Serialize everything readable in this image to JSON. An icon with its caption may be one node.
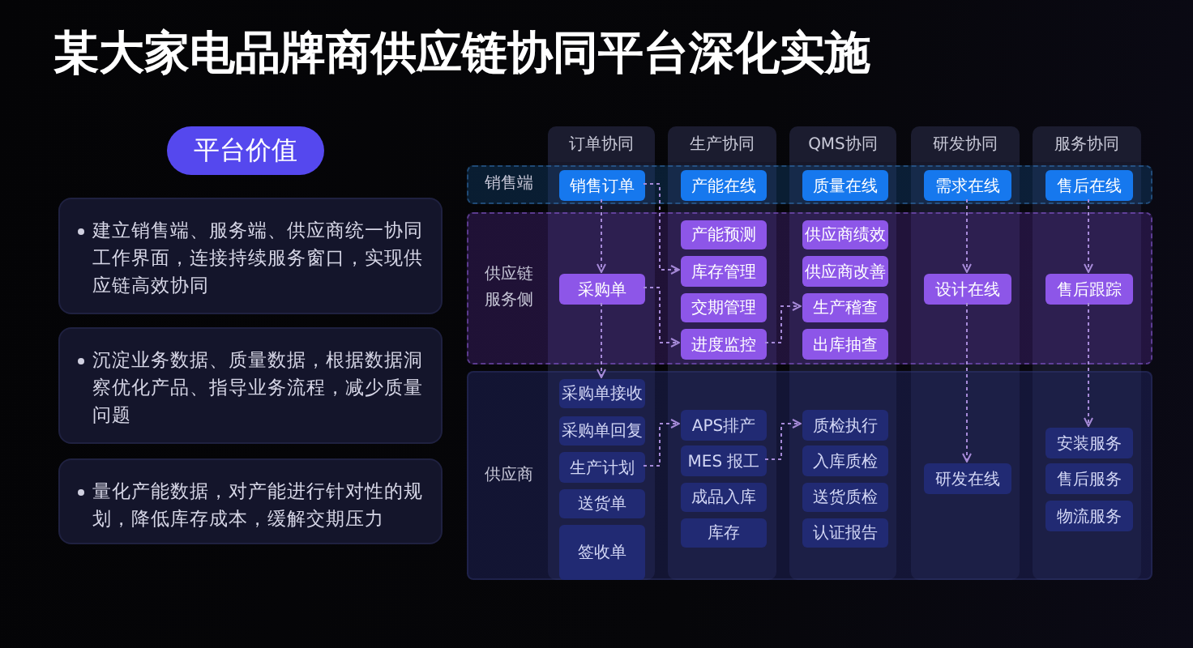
{
  "diagram": {
    "title": "某大家电品牌商供应链协同平台深化实施",
    "nodes": [
      {
        "text": [
          "平台价值"
        ]
      },
      {
        "text": [
          "建立销售端、服务端、供应商统一协同工作界面，连接持续服务窗口，实现供应链高效协同"
        ]
      },
      {
        "text": [
          "沉淀业务数据、质量数据，根据数据洞察优化产品、指导业务流程，减少质量问题"
        ]
      },
      {
        "text": [
          "量化产能数据，对产能进行针对性的规划，降低库存成本，缓解交期压力"
        ]
      },
      {
        "text": [
          "订单协同"
        ]
      },
      {
        "text": [
          "生产协同"
        ]
      },
      {
        "text": [
          "QMS协同"
        ]
      },
      {
        "text": [
          "研发协同"
        ]
      },
      {
        "text": [
          "服务协同"
        ]
      },
      {
        "text": [
          "销售端"
        ]
      },
      {
        "text": [
          "销售订单"
        ],
        "in": 9
      },
      {
        "text": [
          "产能在线"
        ],
        "in": 9
      },
      {
        "text": [
          "质量在线"
        ],
        "in": 9
      },
      {
        "text": [
          "需求在线"
        ],
        "in": 9
      },
      {
        "text": [
          "售后在线"
        ],
        "in": 9
      },
      {
        "text": [
          "供应链服务侧"
        ]
      },
      {
        "text": [
          "采购单"
        ],
        "in": 15
      },
      {
        "text": [
          "产能预测"
        ],
        "in": 15
      },
      {
        "text": [
          "库存管理"
        ],
        "in": 15
      },
      {
        "text": [
          "交期管理"
        ],
        "in": 15
      },
      {
        "text": [
          "进度监控"
        ],
        "in": 15
      },
      {
        "text": [
          "供应商绩效"
        ],
        "in": 15
      },
      {
        "text": [
          "供应商改善"
        ],
        "in": 15
      },
      {
        "text": [
          "生产稽查"
        ],
        "in": 15
      },
      {
        "text": [
          "出库抽查"
        ],
        "in": 15
      },
      {
        "text": [
          "设计在线"
        ],
        "in": 15
      },
      {
        "text": [
          "售后跟踪"
        ],
        "in": 15
      },
      {
        "text": [
          "供应商"
        ]
      },
      {
        "text": [
          "采购单接收"
        ],
        "in": 27
      },
      {
        "text": [
          "采购单回复"
        ],
        "in": 27
      },
      {
        "text": [
          "生产计划"
        ],
        "in": 27
      },
      {
        "text": [
          "送货单"
        ],
        "in": 27
      },
      {
        "text": [
          "签收单"
        ],
        "in": 27
      },
      {
        "text": [
          "APS排产"
        ],
        "in": 27
      },
      {
        "text": [
          "MES 报工"
        ],
        "in": 27
      },
      {
        "text": [
          "成品入库"
        ],
        "in": 27
      },
      {
        "text": [
          "库存"
        ],
        "in": 27
      },
      {
        "text": [
          "质检执行"
        ],
        "in": 27
      },
      {
        "text": [
          "入库质检"
        ],
        "in": 27
      },
      {
        "text": [
          "送货质检"
        ],
        "in": 27
      },
      {
        "text": [
          "认证报告"
        ],
        "in": 27
      },
      {
        "text": [
          "研发在线"
        ],
        "in": 27
      },
      {
        "text": [
          "安装服务"
        ],
        "in": 27
      },
      {
        "text": [
          "售后服务"
        ],
        "in": 27
      },
      {
        "text": [
          "物流服务"
        ],
        "in": 27
      }
    ],
    "edges": [
      {
        "from": 10,
        "to": 16,
        "arrow": "to",
        "style": "dashed"
      },
      {
        "from": 16,
        "to": 28,
        "arrow": "to",
        "style": "dashed"
      },
      {
        "from": 10,
        "to": 18,
        "arrow": "to",
        "style": "dashed"
      },
      {
        "from": 16,
        "to": 20,
        "arrow": "to",
        "style": "dashed"
      },
      {
        "from": 20,
        "to": 23,
        "arrow": "to",
        "style": "dashed"
      },
      {
        "from": 13,
        "to": 25,
        "arrow": "to",
        "style": "dashed"
      },
      {
        "from": 14,
        "to": 26,
        "arrow": "to",
        "style": "dashed"
      },
      {
        "from": 25,
        "to": 41,
        "arrow": "to",
        "style": "dashed"
      },
      {
        "from": 26,
        "to": 42,
        "arrow": "to",
        "style": "dashed"
      },
      {
        "from": 30,
        "to": 33,
        "arrow": "to",
        "style": "dashed"
      },
      {
        "from": 34,
        "to": 37,
        "arrow": "to",
        "style": "dashed"
      }
    ]
  }
}
